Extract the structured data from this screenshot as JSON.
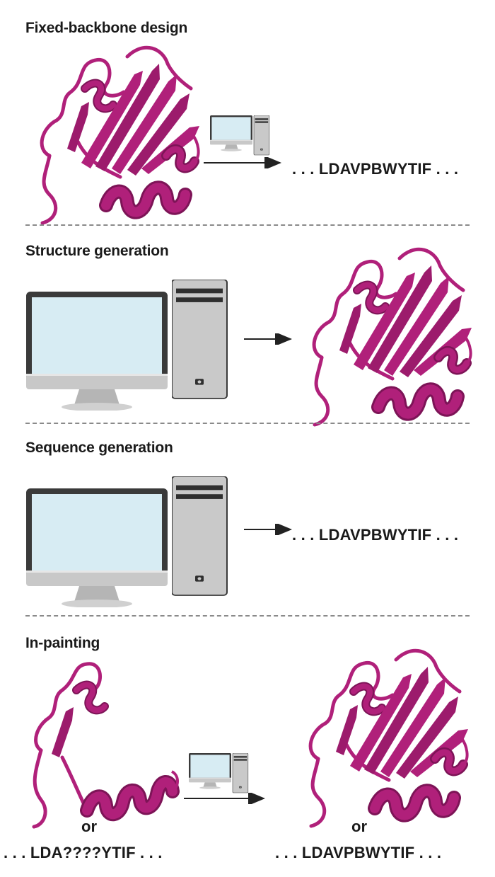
{
  "colors": {
    "protein": "#b0207a",
    "protein_dark": "#7d1457",
    "screen": "#d7ecf3",
    "monitor_frame": "#3a3a3a",
    "tower": "#c9c9c9",
    "arrow": "#222222",
    "divider": "#8a8a8a"
  },
  "icons": [
    "protein-ribbon-icon",
    "computer-monitor-icon",
    "computer-tower-icon",
    "arrow-right-icon"
  ],
  "sections": [
    {
      "title": "Fixed-backbone design",
      "output_sequence": ". . . LDAVPBWYTIF . . ."
    },
    {
      "title": "Structure generation"
    },
    {
      "title": "Sequence generation",
      "output_sequence": ". . . LDAVPBWYTIF . . ."
    },
    {
      "title": "In-painting",
      "input_or": "or",
      "input_sequence": ". . . LDA????YTIF . . .",
      "output_or": "or",
      "output_sequence": ". . . LDAVPBWYTIF . . ."
    }
  ]
}
